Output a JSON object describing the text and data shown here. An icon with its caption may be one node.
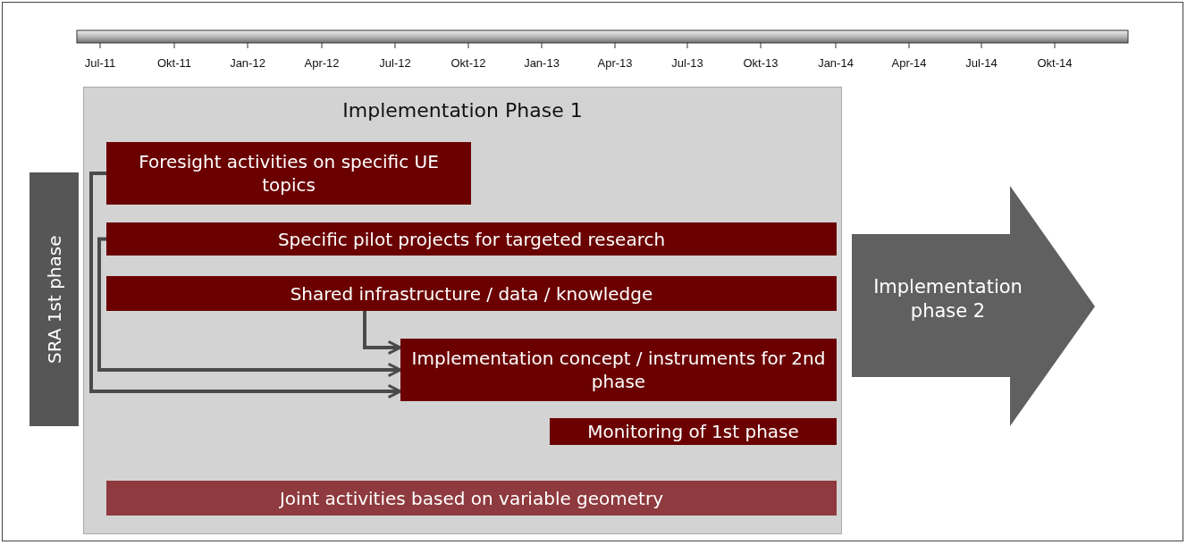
{
  "diagram": {
    "nodes": [
      {
        "text": [
          "SRA 1st phase"
        ]
      },
      {
        "text": [
          "Implementation Phase 1"
        ]
      },
      {
        "text": [
          "Foresight activities  on specific UE topics"
        ],
        "in": 1
      },
      {
        "text": [
          "Specific pilot projects  for targeted research"
        ],
        "in": 1
      },
      {
        "text": [
          "Shared infrastructure / data / knowledge"
        ],
        "in": 1
      },
      {
        "text": [
          "Implementation concept / instruments for 2nd phase"
        ],
        "in": 1
      },
      {
        "text": [
          "Monitoring of 1st phase"
        ],
        "in": 1
      },
      {
        "text": [
          "Joint  activities based on variable geometry"
        ],
        "in": 1
      },
      {
        "text": [
          "Implementation phase 2"
        ]
      }
    ],
    "edges": [
      {
        "from": 2,
        "to": 5,
        "arrow": "to"
      },
      {
        "from": 3,
        "to": 5,
        "arrow": "to"
      },
      {
        "from": 4,
        "to": 5,
        "arrow": "to"
      }
    ],
    "labels": [
      "Jul-11",
      "Okt-11",
      "Jan-12",
      "Apr-12",
      "Jul-12",
      "Okt-12",
      "Jan-13",
      "Apr-13",
      "Jul-13",
      "Okt-13",
      "Jan-14",
      "Apr-14",
      "Jul-14",
      "Okt-14"
    ]
  }
}
